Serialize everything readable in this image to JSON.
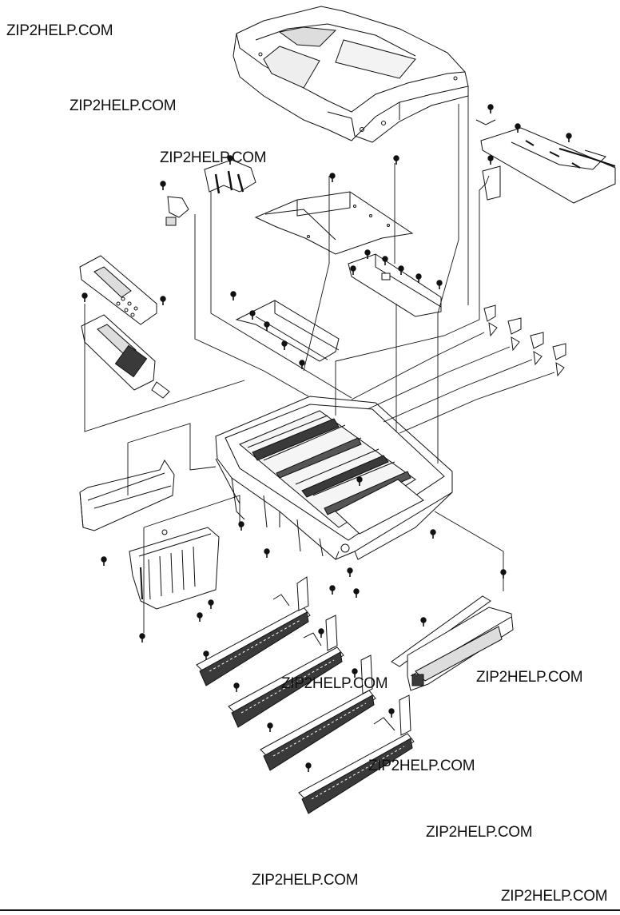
{
  "watermarks": [
    "ZIP2HELP.COM",
    "ZIP2HELP.COM",
    "ZIP2HELP.COM",
    "ZIP2HELP.COM",
    "ZIP2HELP.COM",
    "ZIP2HELP.COM",
    "ZIP2HELP.COM",
    "ZIP2HELP.COM",
    "ZIP2HELP.COM"
  ],
  "colors": {
    "line": "#111111",
    "fill": "#ffffff",
    "shade": "#dcdcdc",
    "dark": "#3a3a3a"
  }
}
